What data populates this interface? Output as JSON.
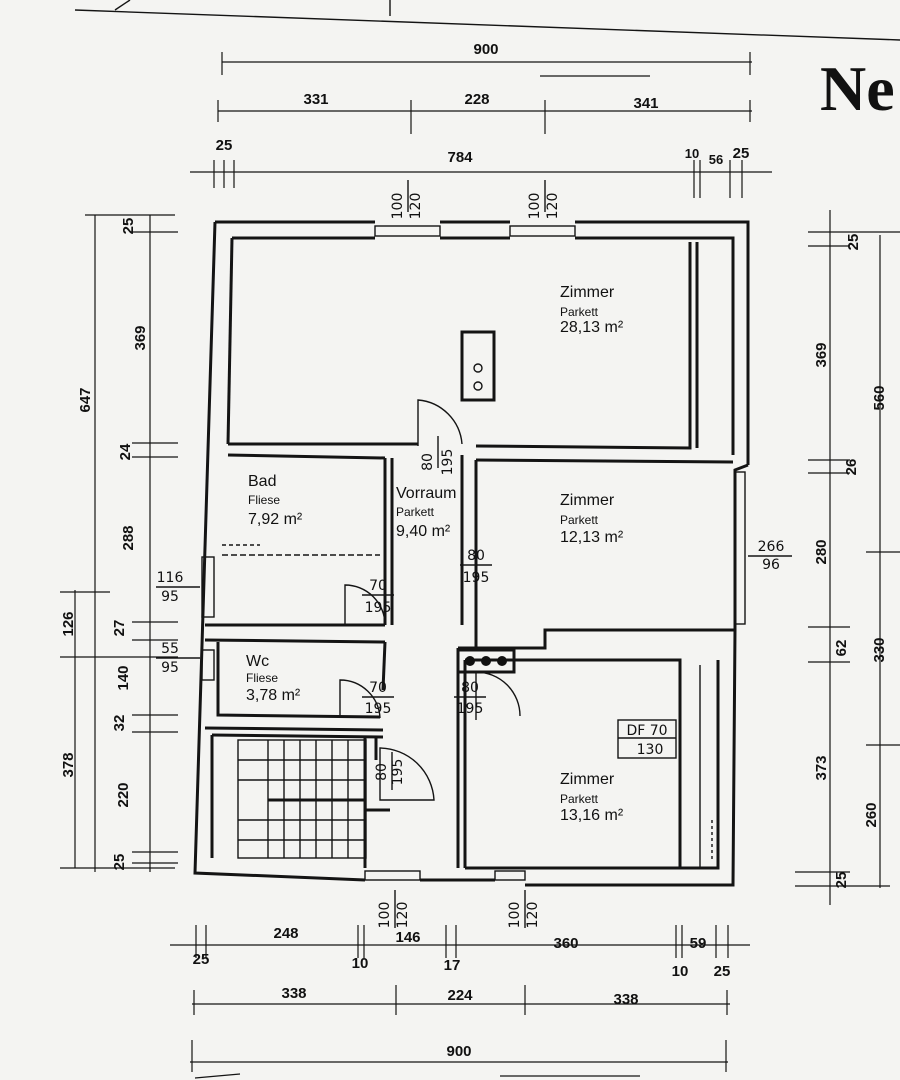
{
  "title_fragment": "Ne",
  "top_dims": {
    "total": "900",
    "seg1": "331",
    "seg2": "228",
    "seg3": "341",
    "left_small": "25",
    "inner": "784",
    "small_a": "10",
    "small_b": "56",
    "right_small": "25"
  },
  "left_dims": {
    "total_upper": "647",
    "total_lower": "378",
    "s25a": "25",
    "s369": "369",
    "s24": "24",
    "s288": "288",
    "s126": "126",
    "s27": "27",
    "s140": "140",
    "s32": "32",
    "s220": "220",
    "s25b": "25"
  },
  "right_dims": {
    "s25a": "25",
    "s369": "369",
    "total": "560",
    "s26": "26",
    "s280": "280",
    "s62": "62",
    "s330": "330",
    "s373": "373",
    "s260": "260",
    "s25b": "25"
  },
  "bottom_dims": {
    "s248": "248",
    "s146": "146",
    "s360": "360",
    "s59": "59",
    "s25a": "25",
    "s10a": "10",
    "s17": "17",
    "s10b": "10",
    "s25b": "25",
    "s338a": "338",
    "s224": "224",
    "s338b": "338",
    "total": "900"
  },
  "rooms": [
    {
      "name": "Zimmer",
      "floor": "Parkett",
      "area": "28,13 m²"
    },
    {
      "name": "Bad",
      "floor": "Fliese",
      "area": "7,92 m²"
    },
    {
      "name": "Vorraum",
      "floor": "Parkett",
      "area": "9,40 m²"
    },
    {
      "name": "Zimmer",
      "floor": "Parkett",
      "area": "12,13 m²"
    },
    {
      "name": "Wc",
      "floor": "Fliese",
      "area": "3,78 m²"
    },
    {
      "name": "Zimmer",
      "floor": "Parkett",
      "area": "13,16 m²"
    }
  ],
  "openings": {
    "win_top1": {
      "w": "100",
      "h": "120"
    },
    "win_top2": {
      "w": "100",
      "h": "120"
    },
    "win_bad": {
      "w": "116",
      "h": "95"
    },
    "win_wc": {
      "w": "55",
      "h": "95"
    },
    "win_right": {
      "w": "266",
      "h": "96"
    },
    "win_bot1": {
      "w": "100",
      "h": "120"
    },
    "win_bot2": {
      "w": "100",
      "h": "120"
    },
    "door_room1": {
      "w": "80",
      "h": "195"
    },
    "door_bad": {
      "w": "70",
      "h": "195"
    },
    "door_room2": {
      "w": "80",
      "h": "195"
    },
    "door_wc": {
      "w": "70",
      "h": "195"
    },
    "door_room3": {
      "w": "80",
      "h": "195"
    },
    "door_stair": {
      "w": "80",
      "h": "195"
    },
    "dfenster": {
      "label": "DF 70",
      "h": "130"
    }
  }
}
